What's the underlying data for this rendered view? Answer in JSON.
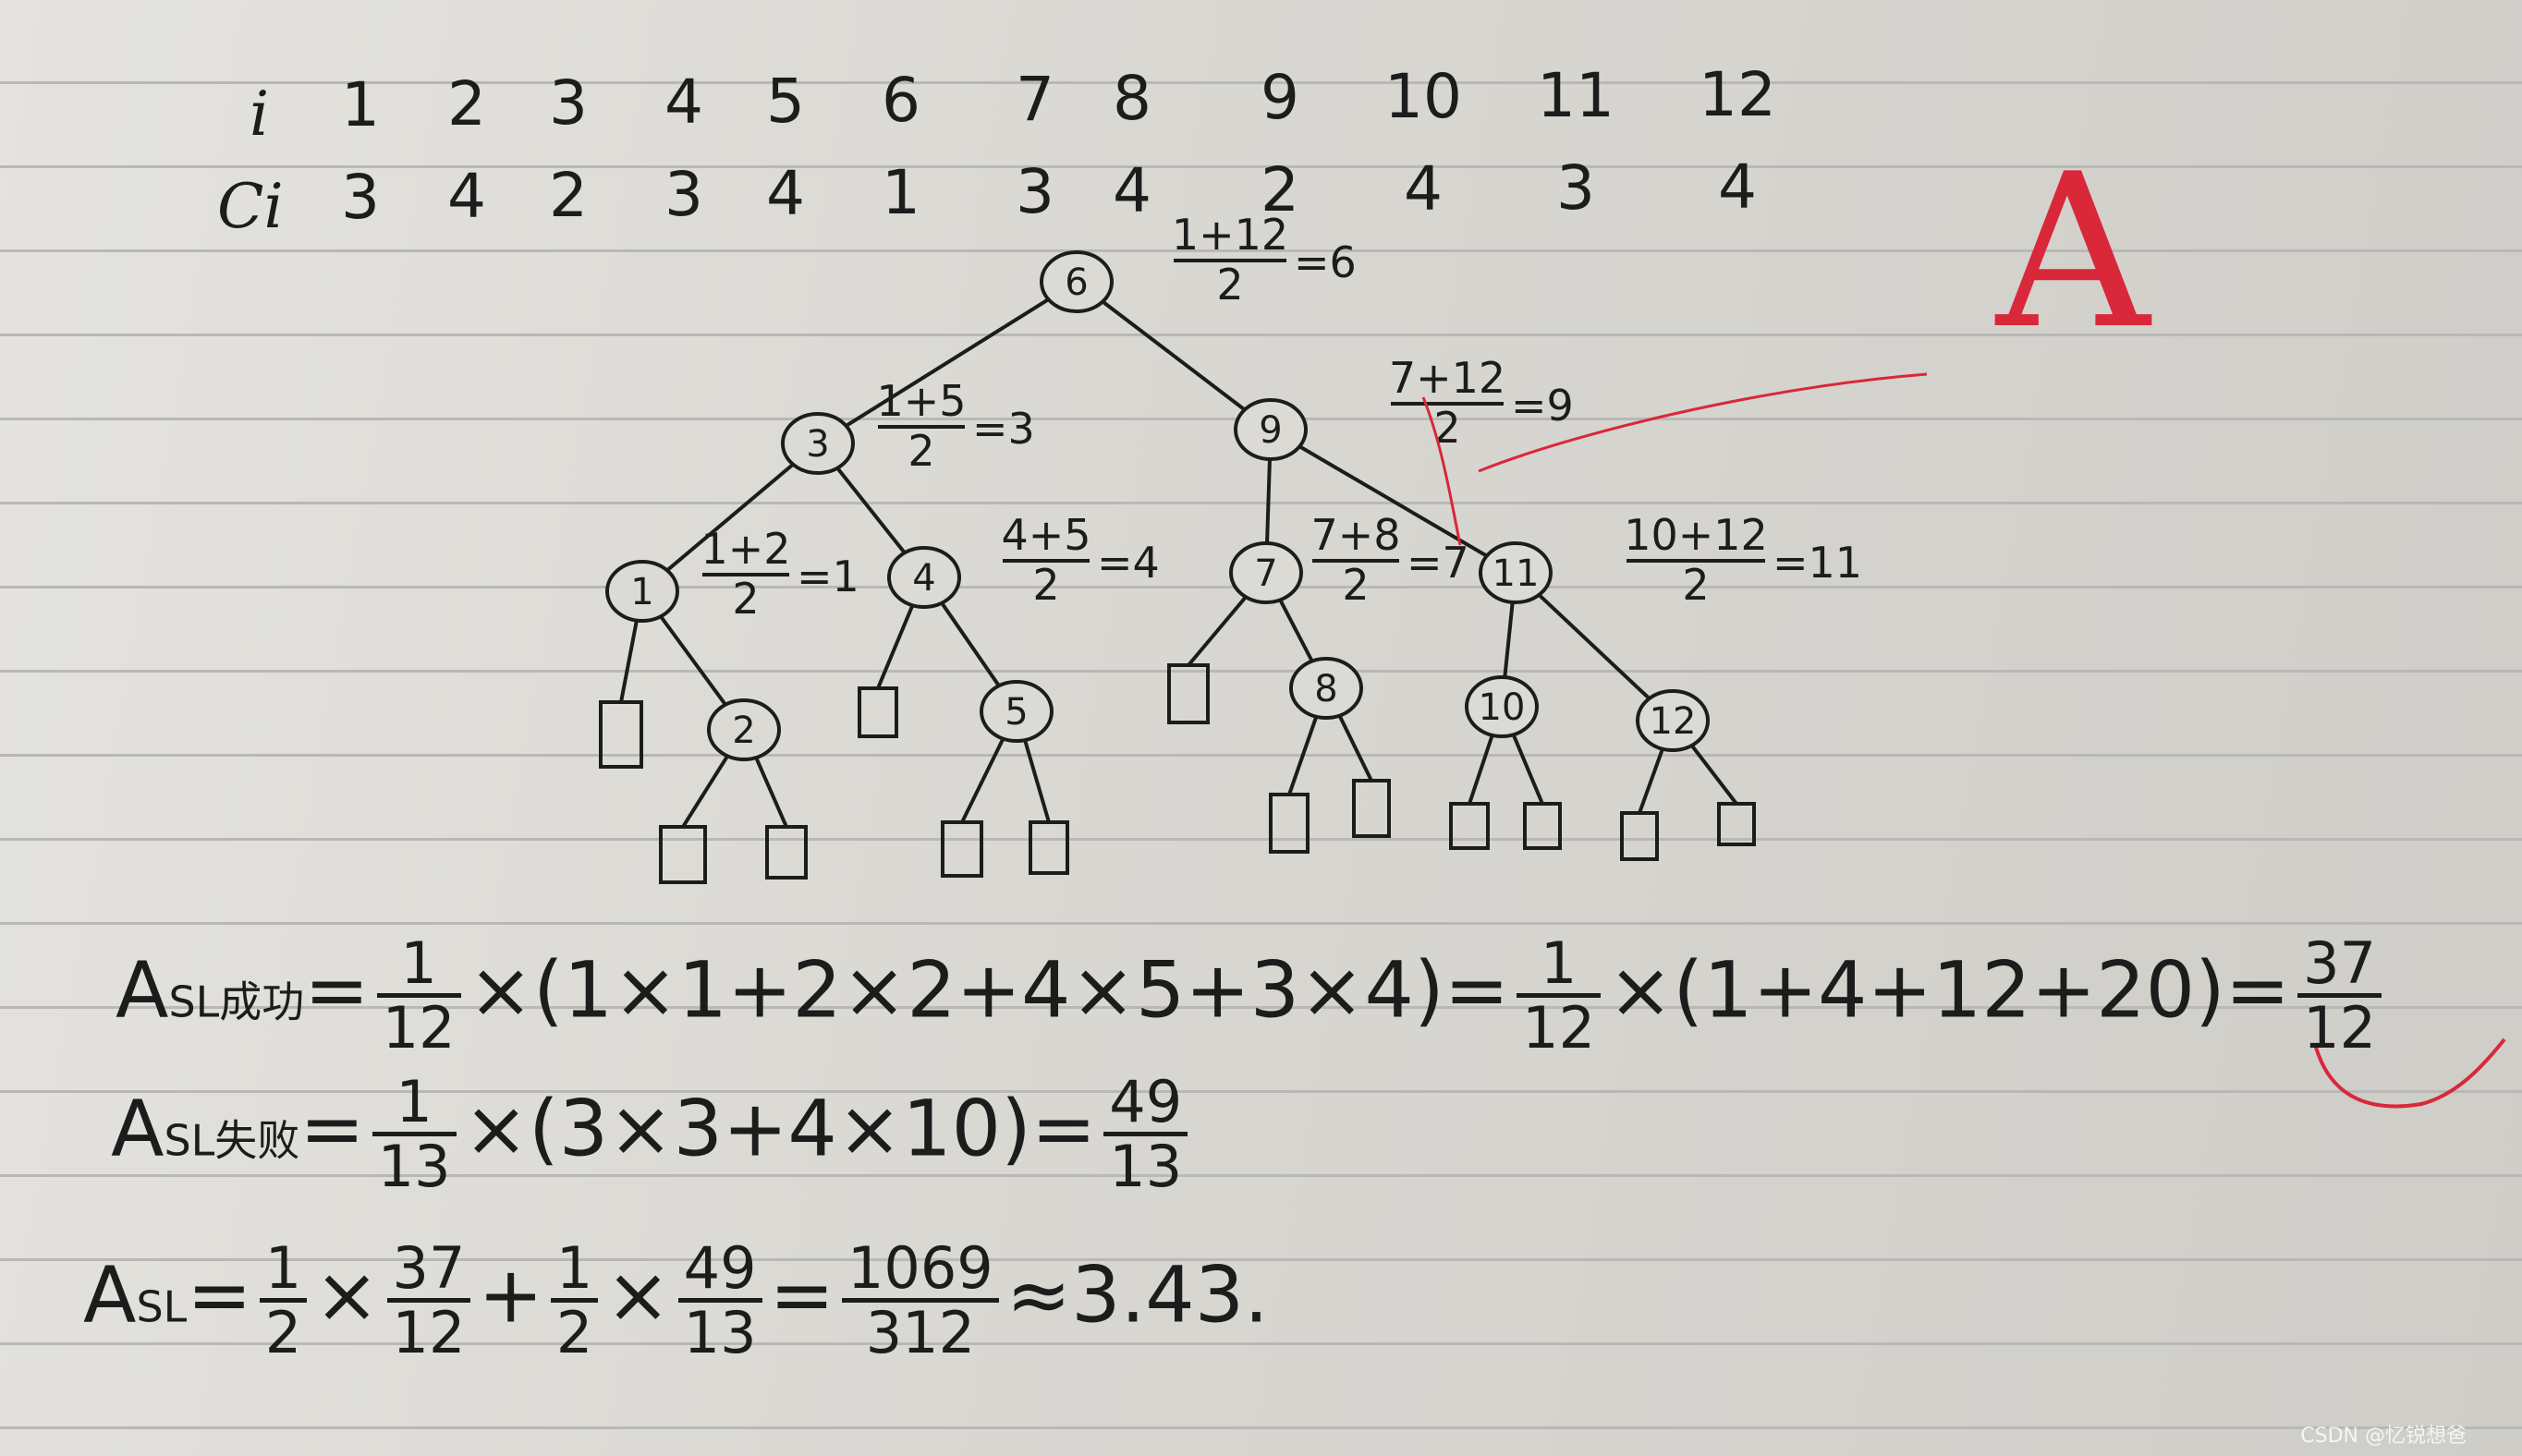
{
  "table": {
    "i_label": "i",
    "c_label": "Ci",
    "i": [
      "1",
      "2",
      "3",
      "4",
      "5",
      "6",
      "7",
      "8",
      "9",
      "10",
      "11",
      "12"
    ],
    "c": [
      "3",
      "4",
      "2",
      "3",
      "4",
      "1",
      "3",
      "4",
      "2",
      "4",
      "3",
      "4"
    ]
  },
  "tree": {
    "nodes": [
      "6",
      "3",
      "9",
      "1",
      "4",
      "7",
      "11",
      "2",
      "5",
      "8",
      "10",
      "12"
    ],
    "notes": [
      {
        "num": "1+12",
        "den": "2",
        "res": "=6"
      },
      {
        "num": "1+5",
        "den": "2",
        "res": "=3"
      },
      {
        "num": "7+12",
        "den": "2",
        "res": "=9"
      },
      {
        "num": "1+2",
        "den": "2",
        "res": "=1"
      },
      {
        "num": "4+5",
        "den": "2",
        "res": "=4"
      },
      {
        "num": "7+8",
        "den": "2",
        "res": "=7"
      },
      {
        "num": "10+12",
        "den": "2",
        "res": "=11"
      }
    ]
  },
  "formulas": {
    "success": {
      "label": "A",
      "sub": "SL成功",
      "eq1": "=",
      "f1_num": "1",
      "f1_den": "12",
      "expr1": "×(1×1+2×2+4×5+3×4)=",
      "f2_num": "1",
      "f2_den": "12",
      "expr2": "×(1+4+12+20)=",
      "f3_num": "37",
      "f3_den": "12"
    },
    "fail": {
      "label": "A",
      "sub": "SL失败",
      "eq1": "=",
      "f1_num": "1",
      "f1_den": "13",
      "expr1": "×(3×3+4×10)=",
      "f2_num": "49",
      "f2_den": "13"
    },
    "total": {
      "label": "A",
      "sub": "SL",
      "eq1": "=",
      "f1_num": "1",
      "f1_den": "2",
      "x1": "×",
      "f2_num": "37",
      "f2_den": "12",
      "plus": "+",
      "f3_num": "1",
      "f3_den": "2",
      "x2": "×",
      "f4_num": "49",
      "f4_den": "13",
      "eq2": "=",
      "f5_num": "1069",
      "f5_den": "312",
      "approx": "≈3.43."
    }
  },
  "grade": "A",
  "watermark": "CSDN @忆锐想爸",
  "colors": {
    "ink": "#1c1c1c",
    "grade": "#d8283a"
  }
}
